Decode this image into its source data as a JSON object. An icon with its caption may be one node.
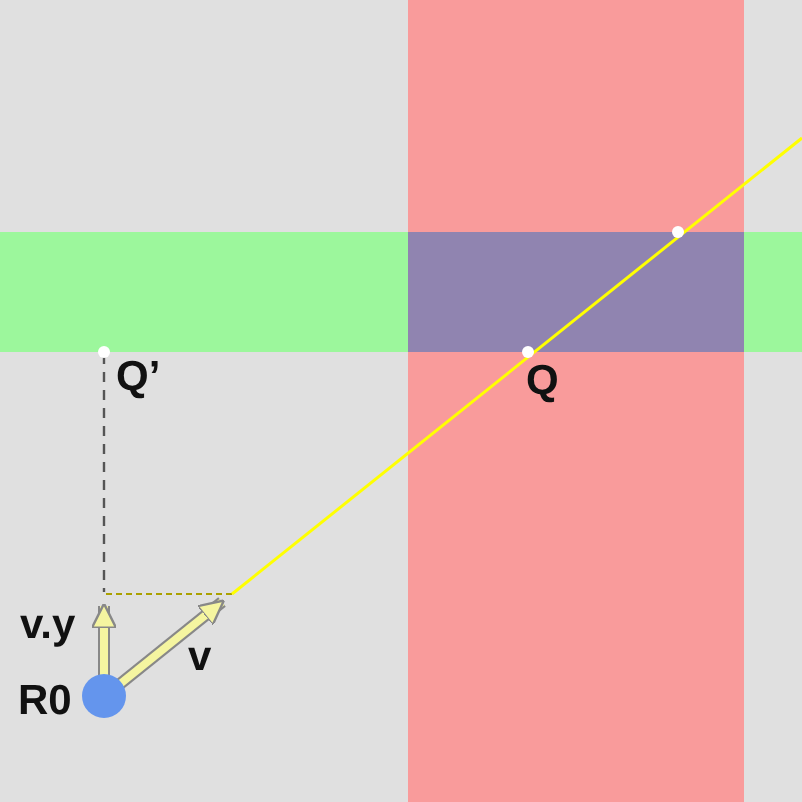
{
  "diagram": {
    "labels": [
      "Q’",
      "Q",
      "v.y",
      "v",
      "R0"
    ]
  }
}
